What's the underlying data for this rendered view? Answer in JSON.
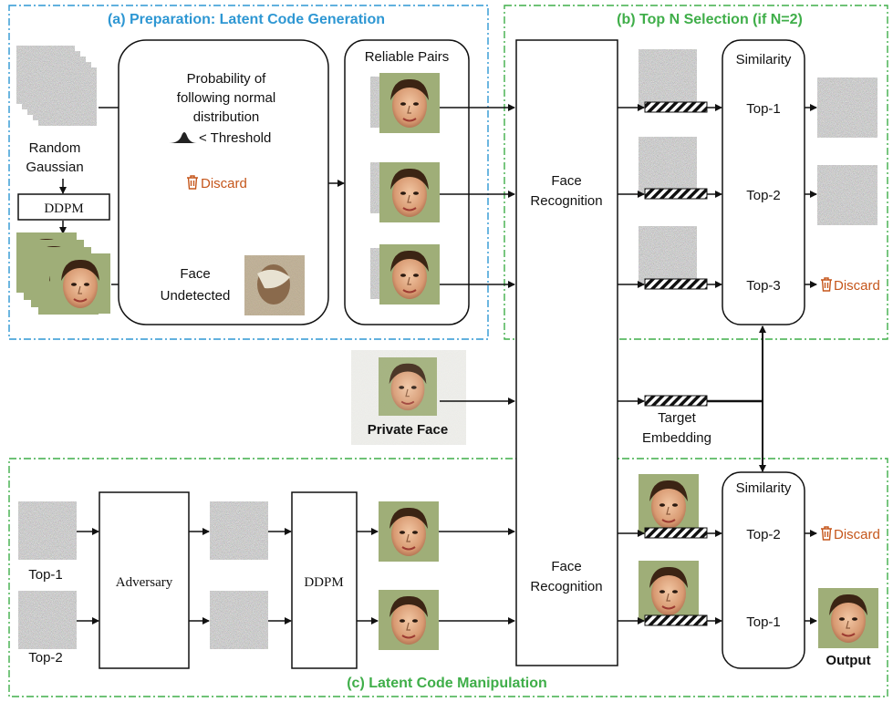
{
  "sections": {
    "a": "(a) Preparation: Latent Code Generation",
    "b": "(b) Top N Selection (if N=2)",
    "c": "(c) Latent Code Manipulation"
  },
  "prep": {
    "random_gaussian": [
      "Random",
      "Gaussian"
    ],
    "ddpm": "DDPM",
    "probability": [
      "Probability of",
      "following normal",
      "distribution"
    ],
    "threshold": "< Threshold",
    "discard": "Discard",
    "face_undetected": [
      "Face",
      "Undetected"
    ],
    "reliable_pairs": "Reliable Pairs"
  },
  "face_recognition": [
    "Face",
    "Recognition"
  ],
  "selection": {
    "similarity": "Similarity",
    "ranks": [
      "Top-1",
      "Top-2",
      "Top-3"
    ],
    "discard": "Discard"
  },
  "private_face": "Private Face",
  "target_embedding": [
    "Target",
    "Embedding"
  ],
  "manipulation": {
    "inputs": [
      "Top-1",
      "Top-2"
    ],
    "adversary": "Adversary",
    "ddpm": "DDPM",
    "similarity": "Similarity",
    "ranks": [
      "Top-2",
      "Top-1"
    ],
    "discard": "Discard",
    "output": "Output"
  },
  "colors": {
    "section_a": "#2e97d3",
    "section_bc": "#3fae49",
    "discard": "#c5561b"
  },
  "icons": [
    "trash-icon",
    "bell-curve-icon",
    "noise-image",
    "face-image"
  ]
}
